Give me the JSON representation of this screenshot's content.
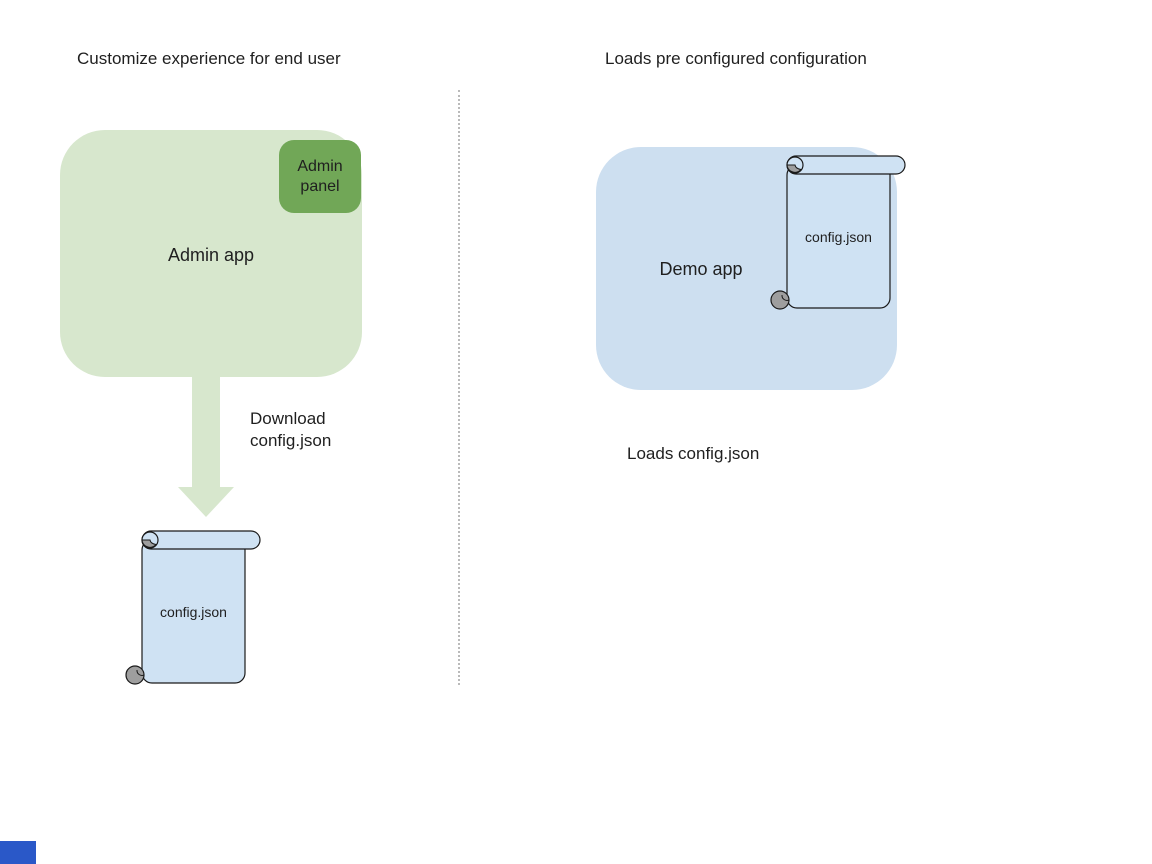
{
  "colors": {
    "light_green": "#d7e7cd",
    "green": "#71a757",
    "light_blue": "#cddff0",
    "scroll_blue": "#cfe2f3",
    "curl_gray": "#9e9e9e",
    "outline": "#1a1a1a",
    "divider_gray": "#aaaaaa",
    "corner_blue": "#2a58c8",
    "text": "#1f1f1f"
  },
  "left_section": {
    "title": "Customize experience for end user",
    "admin_app_label": "Admin app",
    "admin_panel_label": "Admin panel",
    "arrow_label": "Download\nconfig.json",
    "config_file_label": "config.json"
  },
  "right_section": {
    "title": "Loads pre configured configuration",
    "demo_app_label": "Demo app",
    "config_file_label": "config.json",
    "caption": "Loads config.json"
  }
}
